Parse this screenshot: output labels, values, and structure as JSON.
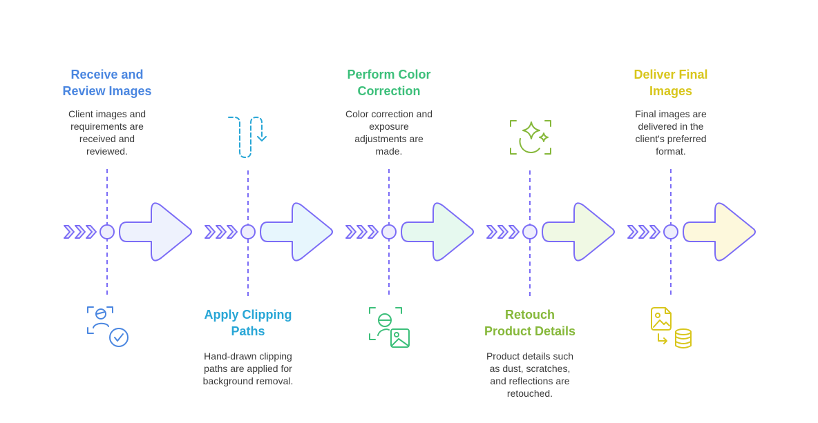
{
  "steps": [
    {
      "title_lines": [
        "Receive and",
        "Review Images"
      ],
      "desc_lines": [
        "Client images and",
        "requirements are",
        "received and",
        "reviewed."
      ],
      "color": "#4a86e0",
      "fill": "#eef2fd",
      "icon": "user-check-icon"
    },
    {
      "title_lines": [
        "Apply Clipping",
        "Paths"
      ],
      "desc_lines": [
        "Hand-drawn clipping",
        "paths are applied for",
        "background removal."
      ],
      "color": "#28a6d6",
      "fill": "#e7f6fd",
      "icon": "clipping-path-icon"
    },
    {
      "title_lines": [
        "Perform Color",
        "Correction"
      ],
      "desc_lines": [
        "Color correction and",
        "exposure",
        "adjustments are",
        "made."
      ],
      "color": "#3cbf7a",
      "fill": "#e6f9ef",
      "icon": "color-correction-icon"
    },
    {
      "title_lines": [
        "Retouch",
        "Product Details"
      ],
      "desc_lines": [
        "Product details such",
        "as dust, scratches,",
        "and reflections are",
        "retouched."
      ],
      "color": "#86b83a",
      "fill": "#f0f9e4",
      "icon": "sparkle-retouch-icon"
    },
    {
      "title_lines": [
        "Deliver Final",
        "Images"
      ],
      "desc_lines": [
        "Final images are",
        "delivered in the",
        "client's preferred",
        "format."
      ],
      "color": "#d8c61c",
      "fill": "#fdf8dc",
      "icon": "image-database-icon"
    }
  ],
  "line_color": "#7b6cf6"
}
